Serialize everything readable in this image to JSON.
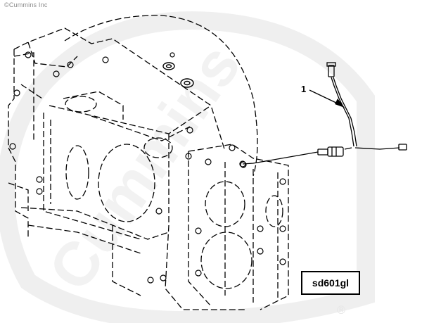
{
  "watermark": {
    "copyright_text": "©Cummins Inc",
    "brand_text": "Cummins",
    "registered_mark": "®"
  },
  "callouts": [
    {
      "number": "1",
      "target": "sensor-harness"
    }
  ],
  "figure_id": "sd601gl",
  "colors": {
    "line": "#000000",
    "watermark": "#eeeeee",
    "background": "#ffffff"
  }
}
